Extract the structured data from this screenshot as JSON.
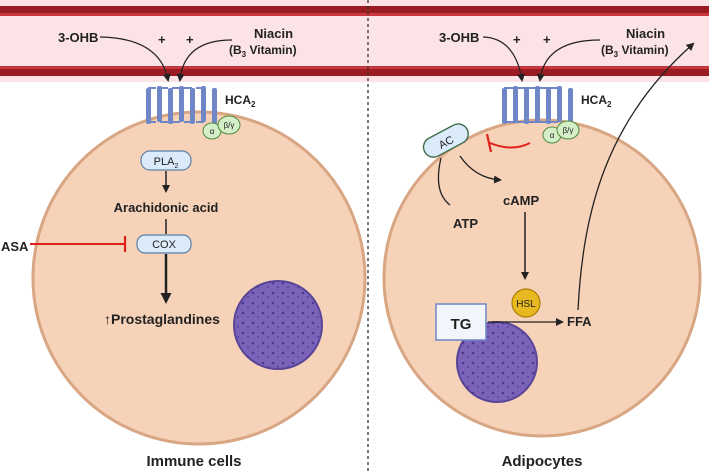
{
  "left_panel": {
    "ligand_1": "3-OHB",
    "ligand_2_line1": "Niacin",
    "ligand_2_line2_prefix": "(B",
    "ligand_2_sub": "3",
    "ligand_2_line2_suffix": " Vitamin)",
    "plus_1": "+",
    "plus_2": "+",
    "receptor_label": "HCA",
    "receptor_sub": "2",
    "g_alpha": "α",
    "g_beta_gamma": "β/γ",
    "enzyme_1": "PLA",
    "enzyme_1_sub": "2",
    "intermediate": "Arachidonic acid",
    "inhibitor": "ASA",
    "enzyme_2": "COX",
    "product_arrow": "↑",
    "product": "Prostaglandines",
    "caption": "Immune cells"
  },
  "right_panel": {
    "ligand_1": "3-OHB",
    "ligand_2_line1": "Niacin",
    "ligand_2_line2_prefix": "(B",
    "ligand_2_sub": "3",
    "ligand_2_line2_suffix": " Vitamin)",
    "plus_1": "+",
    "plus_2": "+",
    "receptor_label": "HCA",
    "receptor_sub": "2",
    "g_alpha": "α",
    "g_beta_gamma": "β/γ",
    "enzyme_ac": "AC",
    "substrate": "ATP",
    "second_messenger": "cAMP",
    "lipase": "HSL",
    "storage": "TG",
    "product": "FFA",
    "caption": "Adipocytes"
  },
  "colors": {
    "vessel_dark": "#9b1b22",
    "vessel_light": "#fce3e6",
    "cell_fill": "#f6d2b8",
    "cell_stroke": "#d9a684",
    "receptor": "#6f87c6",
    "gprotein_fill": "#d4eec8",
    "gprotein_stroke": "#4e8a3c",
    "enzyme_fill": "#dcebfb",
    "enzyme_stroke": "#5a7fa6",
    "nucleus": "#7a63b8",
    "inhibit": "#e0201b",
    "hsl_fill": "#e7b81f"
  }
}
